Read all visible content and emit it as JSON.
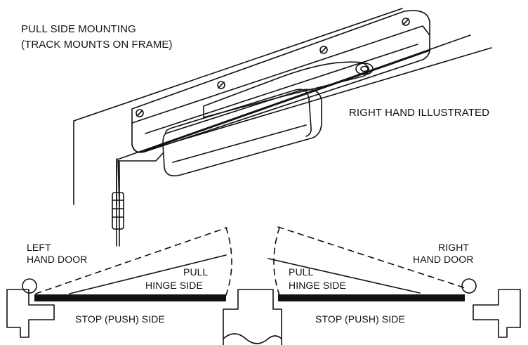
{
  "labels": {
    "title": "PULL SIDE MOUNTING",
    "subtitle": "(TRACK MOUNTS ON FRAME)",
    "hand_illustrated": "RIGHT HAND ILLUSTRATED",
    "left_hand_line_1": "LEFT",
    "left_hand_line_2": "HAND DOOR",
    "right_hand_line_1": "RIGHT",
    "right_hand_line_2": "HAND DOOR",
    "pull_line_1": "PULL",
    "pull_line_2": "HINGE SIDE",
    "stop_side": "STOP (PUSH) SIDE"
  },
  "colors": {
    "ink": "#111111",
    "door_bar": "#111111",
    "background": "#ffffff"
  }
}
